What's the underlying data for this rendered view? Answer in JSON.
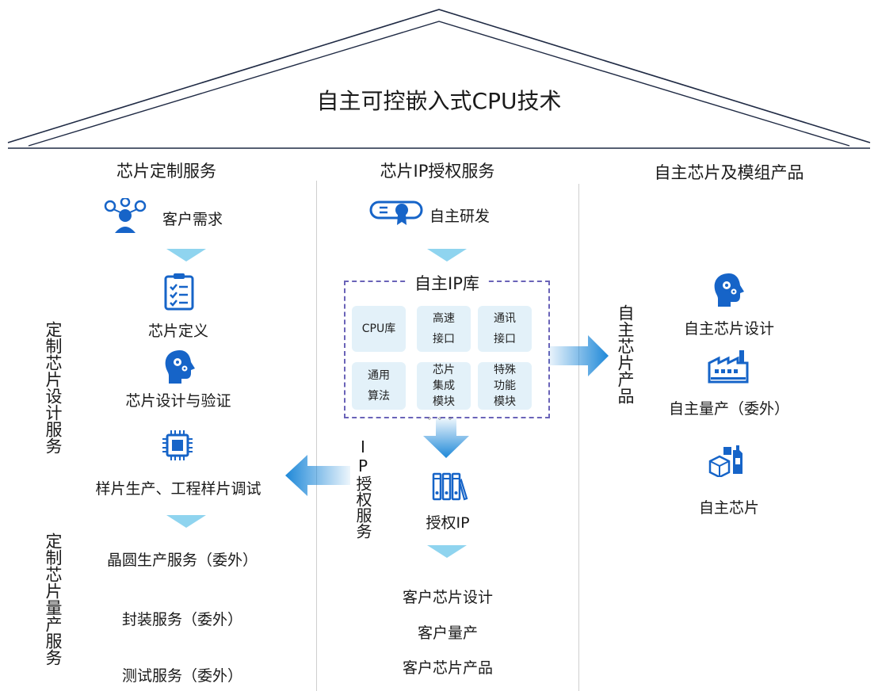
{
  "roof": {
    "title": "自主可控嵌入式CPU技术"
  },
  "left": {
    "title": "芯片定制服务",
    "vertical_design": "定制芯片设计服务",
    "vertical_production": "定制芯片量产服务",
    "steps": [
      "客户需求",
      "芯片定义",
      "芯片设计与验证",
      "样片生产、工程样片调试"
    ],
    "production": [
      "晶圆生产服务（委外）",
      "封装服务（委外）",
      "测试服务（委外）"
    ]
  },
  "middle": {
    "title": "芯片IP授权服务",
    "rd": "自主研发",
    "library": {
      "title": "自主IP库",
      "cells": [
        "CPU库",
        "高速\n接口",
        "通讯\n接口",
        "通用\n算法",
        "芯片\n集成\n模块",
        "特殊\n功能\n模块"
      ],
      "more": "。。。"
    },
    "ip_service_vertical": "IP授权服务",
    "licensed": "授权IP",
    "customer": [
      "客户芯片设计",
      "客户量产",
      "客户芯片产品"
    ]
  },
  "right": {
    "title": "自主芯片及模组产品",
    "vertical": "自主芯片产品",
    "items": [
      "自主芯片设计",
      "自主量产（委外）",
      "自主芯片"
    ]
  },
  "colors": {
    "accent_light": "#8fd4ef",
    "accent": "#1e88d8",
    "icon": "#1664c8",
    "dash": "#6a63b8",
    "cell_bg": "#e3f1f9"
  }
}
